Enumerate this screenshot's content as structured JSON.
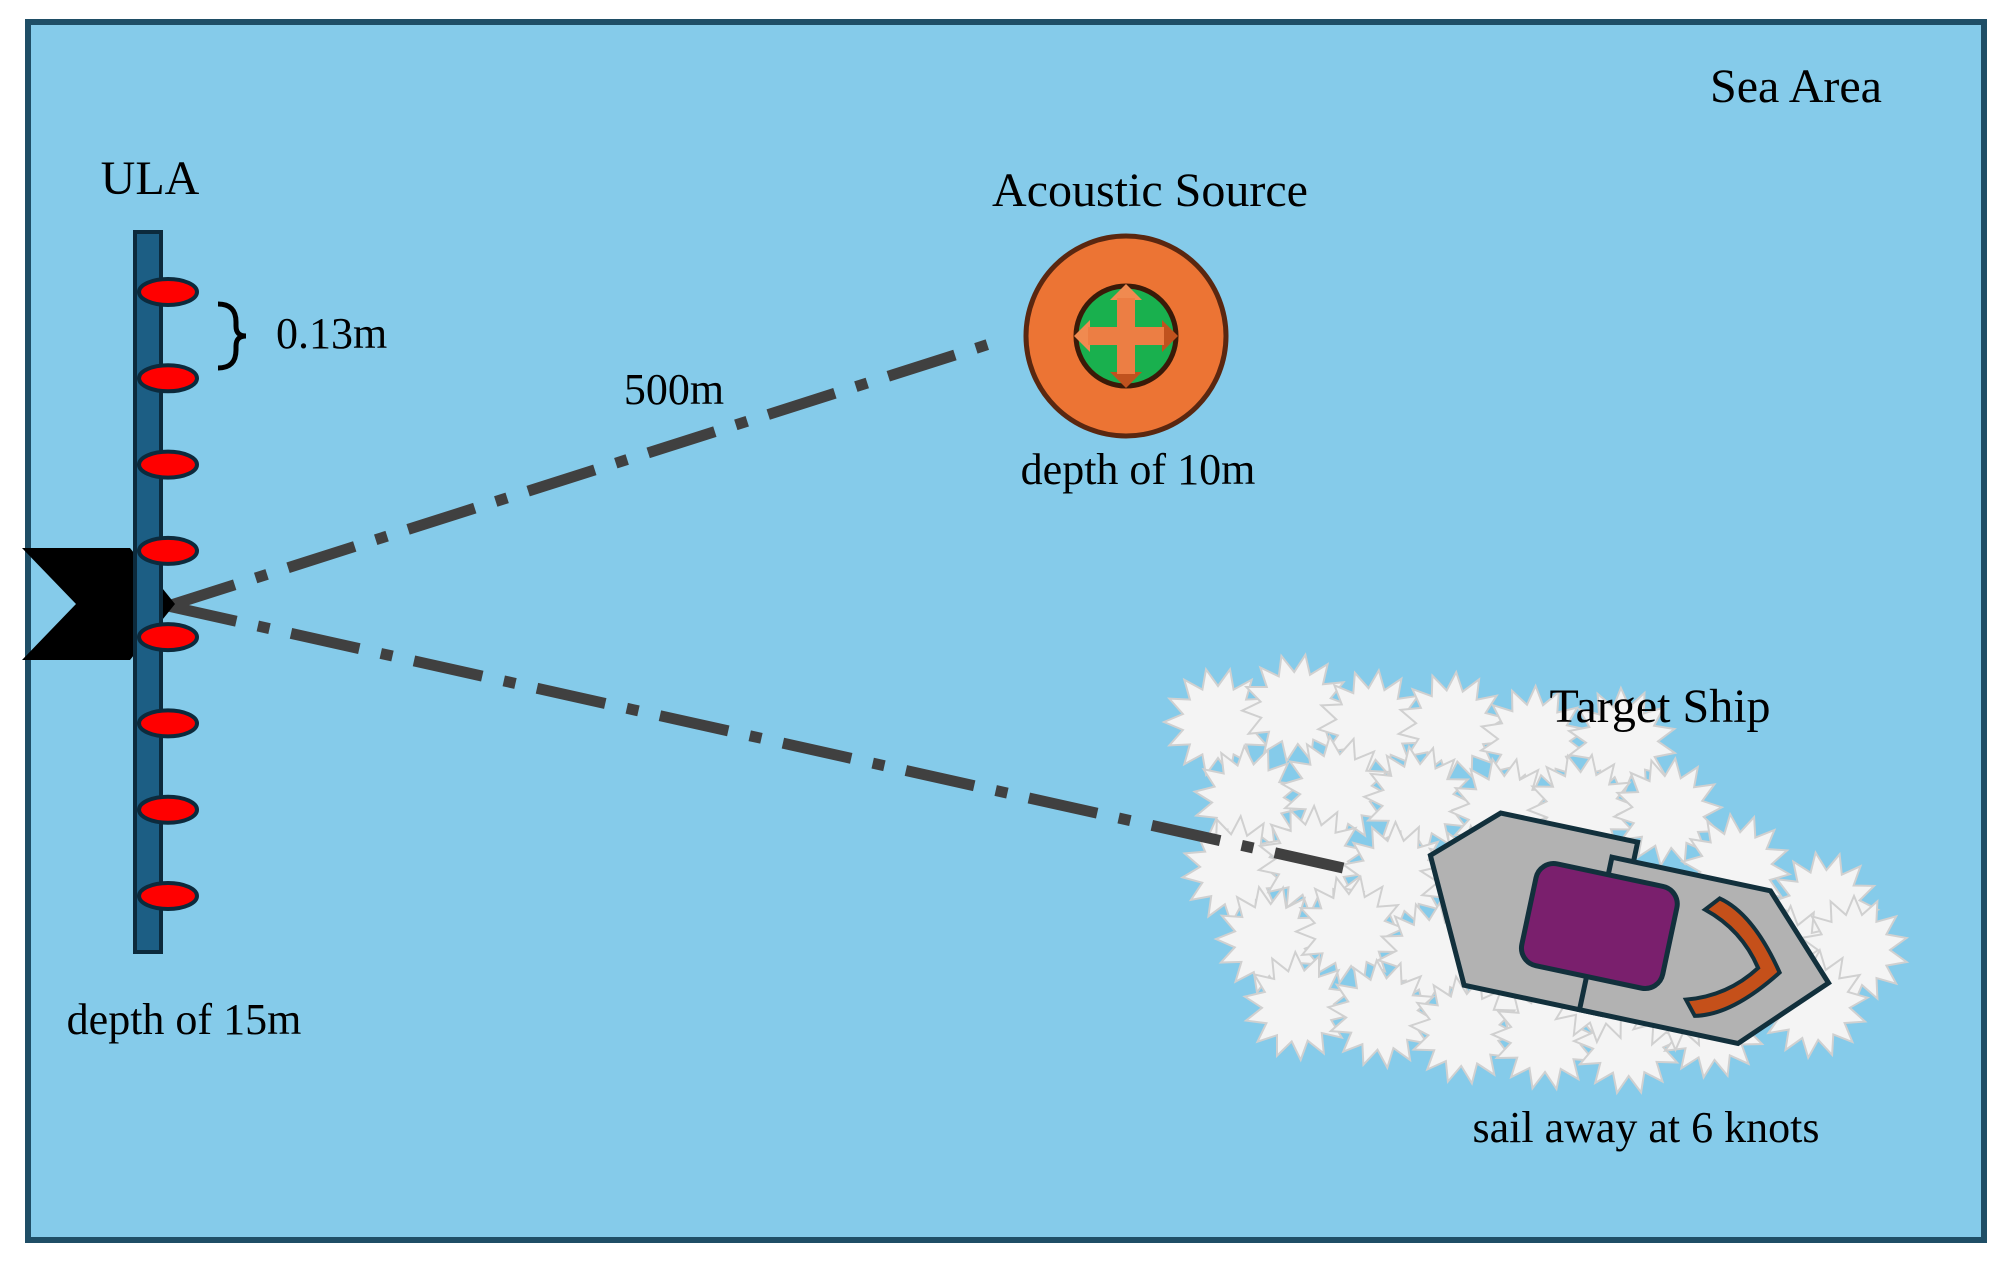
{
  "labels": {
    "sea_area": "Sea Area",
    "ula": "ULA",
    "spacing": "0.13m",
    "distance": "500m",
    "acoustic_source": "Acoustic Source",
    "source_depth": "depth of 10m",
    "ula_depth": "depth of 15m",
    "target_ship": "Target Ship",
    "ship_motion": "sail away at 6 knots"
  },
  "ula": {
    "hydrophone_count": 8
  },
  "colors": {
    "sea": "#85CBEA",
    "border": "#1F4E66",
    "array_bar": "#1C5E84",
    "hydrophone": "#FF0000",
    "source_outer": "#EC7434",
    "source_inner": "#19B04E",
    "ship_hull": "#B2B2B2",
    "ship_cabin": "#7A1F6D",
    "ship_bow": "#C5501A",
    "wake": "#F4F4F4",
    "path_line": "#404040"
  }
}
